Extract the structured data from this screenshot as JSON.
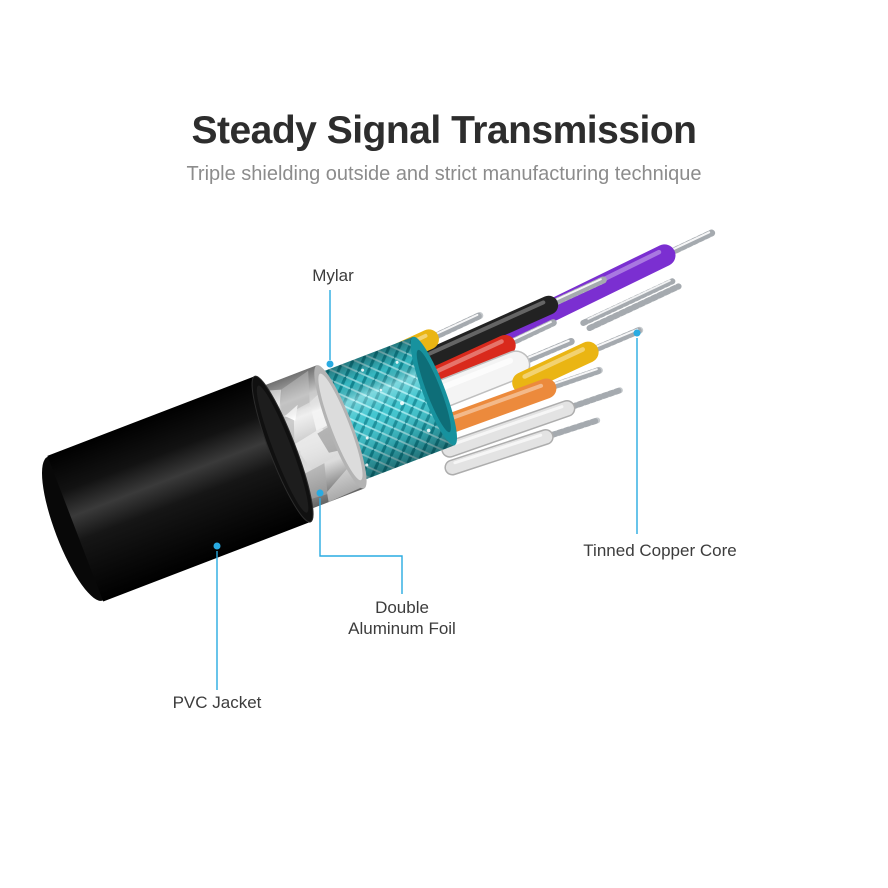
{
  "header": {
    "title": "Steady Signal Transmission",
    "subtitle": "Triple shielding outside and strict manufacturing technique"
  },
  "annotations": {
    "mylar": "Mylar",
    "tinned_copper_core": "Tinned Copper Core",
    "double_aluminum_foil_line1": "Double",
    "double_aluminum_foil_line2": "Aluminum Foil",
    "pvc_jacket": "PVC Jacket"
  },
  "colors": {
    "accent_leader": "#29abe2",
    "title_text": "#2d2d2d",
    "subtitle_text": "#8c8c8c",
    "label_text": "#3c3c3c",
    "pvc_jacket": "#0d0d0d",
    "aluminum_foil": "#d8d8d8",
    "braid_shield": "#3ac3cd",
    "wires": {
      "yellow": "#eab513",
      "red": "#d9291c",
      "black": "#222222",
      "purple": "#7b2fd1",
      "white": "#f4f4f4",
      "orange": "#ec8a3c",
      "gray": "#e3e3e3",
      "copper_strand": "#c6cacd"
    }
  }
}
